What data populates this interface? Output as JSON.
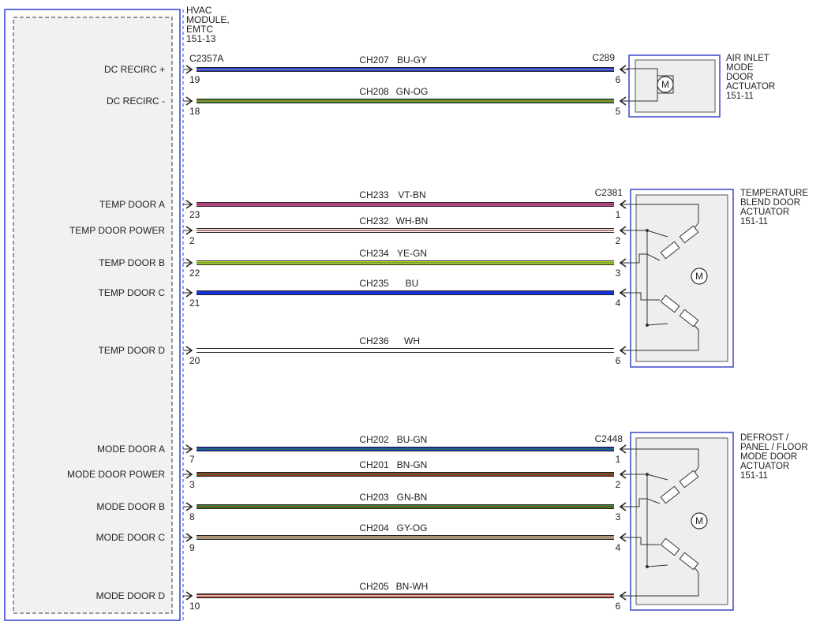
{
  "module": {
    "title_lines": [
      "HVAC",
      "MODULE,",
      "EMTC",
      "151-13"
    ],
    "connector": "C2357A"
  },
  "colors": {
    "module_border": "#2a3fd0",
    "frame_border": "#3a46c8",
    "frame_fill": "#eeeeee",
    "BU": "#1830d8",
    "GY": "#9a9a9a",
    "GN": "#2e8a2e",
    "OG": "#d08a30",
    "VT": "#c050a8",
    "BN": "#9a2a1e",
    "WH": "#ffffff",
    "YE": "#d8e030"
  },
  "groups": [
    {
      "name": "air-inlet",
      "connector": "C289",
      "title_lines": [
        "AIR INLET",
        "MODE",
        "DOOR",
        "ACTUATOR",
        "151-11"
      ],
      "motor_label": "M",
      "wires": [
        {
          "signal": "DC RECIRC +",
          "pin_module": "19",
          "circuit": "CH207",
          "color_code": "BU-GY",
          "pin_actuator": "6"
        },
        {
          "signal": "DC RECIRC -",
          "pin_module": "18",
          "circuit": "CH208",
          "color_code": "GN-OG",
          "pin_actuator": "5"
        }
      ]
    },
    {
      "name": "temperature",
      "connector": "C2381",
      "title_lines": [
        "TEMPERATURE",
        "BLEND DOOR",
        "ACTUATOR",
        "151-11"
      ],
      "motor_label": "M",
      "wires": [
        {
          "signal": "TEMP DOOR A",
          "pin_module": "23",
          "circuit": "CH233",
          "color_code": "VT-BN",
          "pin_actuator": "1"
        },
        {
          "signal": "TEMP DOOR POWER",
          "pin_module": "2",
          "circuit": "CH232",
          "color_code": "WH-BN",
          "pin_actuator": "2"
        },
        {
          "signal": "TEMP DOOR B",
          "pin_module": "22",
          "circuit": "CH234",
          "color_code": "YE-GN",
          "pin_actuator": "3"
        },
        {
          "signal": "TEMP DOOR C",
          "pin_module": "21",
          "circuit": "CH235",
          "color_code": "BU",
          "pin_actuator": "4"
        },
        {
          "signal": "TEMP DOOR D",
          "pin_module": "20",
          "circuit": "CH236",
          "color_code": "WH",
          "pin_actuator": "6"
        }
      ]
    },
    {
      "name": "defrost",
      "connector": "C2448",
      "title_lines": [
        "DEFROST /",
        "PANEL / FLOOR",
        "MODE DOOR",
        "ACTUATOR",
        "151-11"
      ],
      "motor_label": "M",
      "wires": [
        {
          "signal": "MODE DOOR A",
          "pin_module": "7",
          "circuit": "CH202",
          "color_code": "BU-GN",
          "pin_actuator": "1"
        },
        {
          "signal": "MODE DOOR POWER",
          "pin_module": "3",
          "circuit": "CH201",
          "color_code": "BN-GN",
          "pin_actuator": "2"
        },
        {
          "signal": "MODE DOOR B",
          "pin_module": "8",
          "circuit": "CH203",
          "color_code": "GN-BN",
          "pin_actuator": "3"
        },
        {
          "signal": "MODE DOOR C",
          "pin_module": "9",
          "circuit": "CH204",
          "color_code": "GY-OG",
          "pin_actuator": "4"
        },
        {
          "signal": "MODE DOOR D",
          "pin_module": "10",
          "circuit": "CH205",
          "color_code": "BN-WH",
          "pin_actuator": "6"
        }
      ]
    }
  ]
}
